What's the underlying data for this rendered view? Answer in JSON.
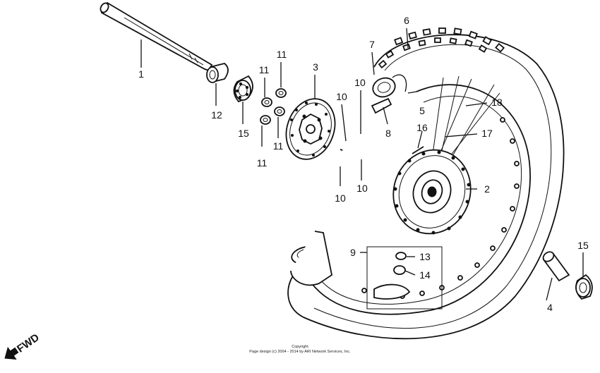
{
  "callouts": {
    "c1": "1",
    "c2": "2",
    "c3": "3",
    "c4": "4",
    "c5": "5",
    "c6": "6",
    "c7": "7",
    "c8": "8",
    "c9": "9",
    "c10a": "10",
    "c10b": "10",
    "c10c": "10",
    "c10d": "10",
    "c11a": "11",
    "c11b": "11",
    "c11c": "11",
    "c11d": "11",
    "c12": "12",
    "c13": "13",
    "c14": "14",
    "c15a": "15",
    "c15b": "15",
    "c16": "16",
    "c17": "17",
    "c18": "18"
  },
  "direction": {
    "label": "FWD"
  },
  "footer": {
    "line1": "Copyright",
    "line2": "Page design (c) 2004 - 2014 by ARI Network Services, Inc."
  }
}
